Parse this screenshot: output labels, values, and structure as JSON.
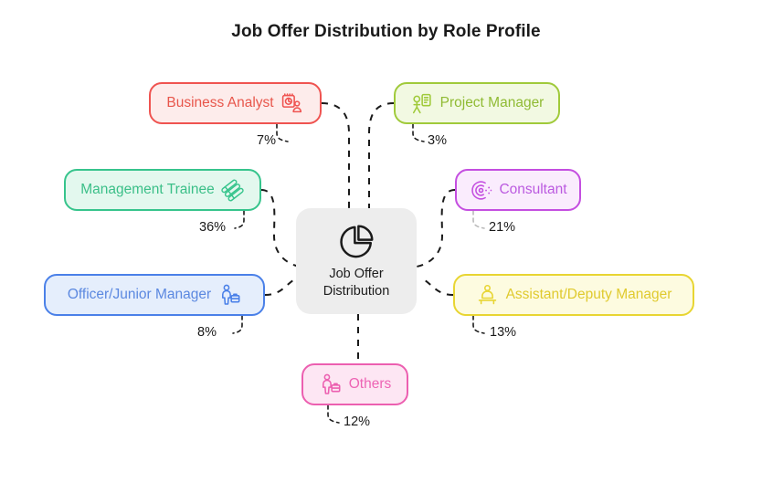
{
  "title": "Job Offer Distribution by Role Profile",
  "center": {
    "label_line1": "Job Offer",
    "label_line2": "Distribution",
    "icon": "pie-chart-icon",
    "fill": "#ededed",
    "text_color": "#1c1c1c"
  },
  "chart_data": {
    "type": "pie",
    "title": "Job Offer Distribution by Role Profile",
    "xlabel": "",
    "ylabel": "",
    "unit": "%",
    "categories": [
      "Business Analyst",
      "Project Manager",
      "Management Trainee",
      "Consultant",
      "Officer/Junior Manager",
      "Assistant/Deputy Manager",
      "Others"
    ],
    "values": [
      7,
      3,
      36,
      21,
      8,
      13,
      12
    ],
    "legend": "none",
    "grid": false
  },
  "nodes": [
    {
      "id": "business-analyst",
      "label": "Business Analyst",
      "percent": "7%",
      "icon": "analyst-chart-person-icon",
      "icon_side": "right",
      "border": "#ef5350",
      "fill": "#fdeceb",
      "text": "#e8564b"
    },
    {
      "id": "project-manager",
      "label": "Project Manager",
      "percent": "3%",
      "icon": "person-clipboard-icon",
      "icon_side": "left",
      "border": "#a0ca3a",
      "fill": "#f2f9e2",
      "text": "#90bb34"
    },
    {
      "id": "management-trainee",
      "label": "Management Trainee",
      "percent": "36%",
      "icon": "stacked-cards-icon",
      "icon_side": "right",
      "border": "#36c48c",
      "fill": "#e3f8ee",
      "text": "#3bbf88"
    },
    {
      "id": "consultant",
      "label": "Consultant",
      "percent": "21%",
      "icon": "consulting-target-icon",
      "icon_side": "left",
      "border": "#c44ee0",
      "fill": "#faecfd",
      "text": "#bb5ae0"
    },
    {
      "id": "officer-junior-manager",
      "label": "Officer/Junior Manager",
      "percent": "8%",
      "icon": "person-briefcase-icon",
      "icon_side": "right",
      "border": "#4a80e8",
      "fill": "#e5eefc",
      "text": "#5b88e0"
    },
    {
      "id": "assistant-deputy-manager",
      "label": "Assistant/Deputy Manager",
      "percent": "13%",
      "icon": "person-desk-icon",
      "icon_side": "left",
      "border": "#e8d532",
      "fill": "#fdfbe0",
      "text": "#e0ca2e"
    },
    {
      "id": "others",
      "label": "Others",
      "percent": "12%",
      "icon": "person-bag-icon",
      "icon_side": "left",
      "border": "#ec5fb0",
      "fill": "#fde6f3",
      "text": "#ee64b4"
    }
  ]
}
